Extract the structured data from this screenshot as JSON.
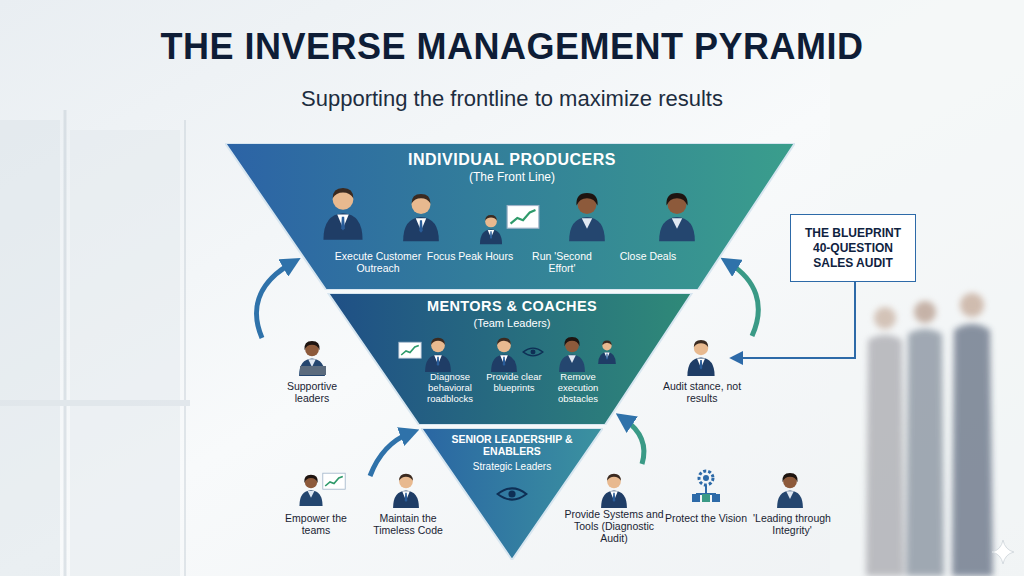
{
  "diagram": {
    "title": "THE INVERSE MANAGEMENT PYRAMID",
    "nodes": [
      {
        "text": [
          "INDIVIDUAL PRODUCERS",
          "(The Front Line)",
          "Execute Customer Outreach",
          "Focus Peak Hours",
          "Run 'Second Effort'",
          "Close Deals"
        ]
      },
      {
        "text": [
          "THE BLUEPRINT 40-QUESTION SALES AUDIT"
        ]
      },
      {
        "text": [
          "MENTORS & COACHES",
          "(Team Leaders)",
          "Diagnose behavioral roadblocks",
          "Provide clear blueprints",
          "Remove execution obstacles"
        ]
      },
      {
        "text": [
          "SENIOR LEADERSHIP & ENABLERS",
          "Strategic Leaders"
        ]
      }
    ],
    "labels": [
      "Supporting the frontline to maximize results",
      "Supportive leaders",
      "Audit stance, not results",
      "Empower the teams",
      "Maintain the Timeless Code",
      "Provide Systems and Tools (Diagnostic Audit)",
      "Protect the Vision",
      "'Leading through Integrity'"
    ]
  }
}
